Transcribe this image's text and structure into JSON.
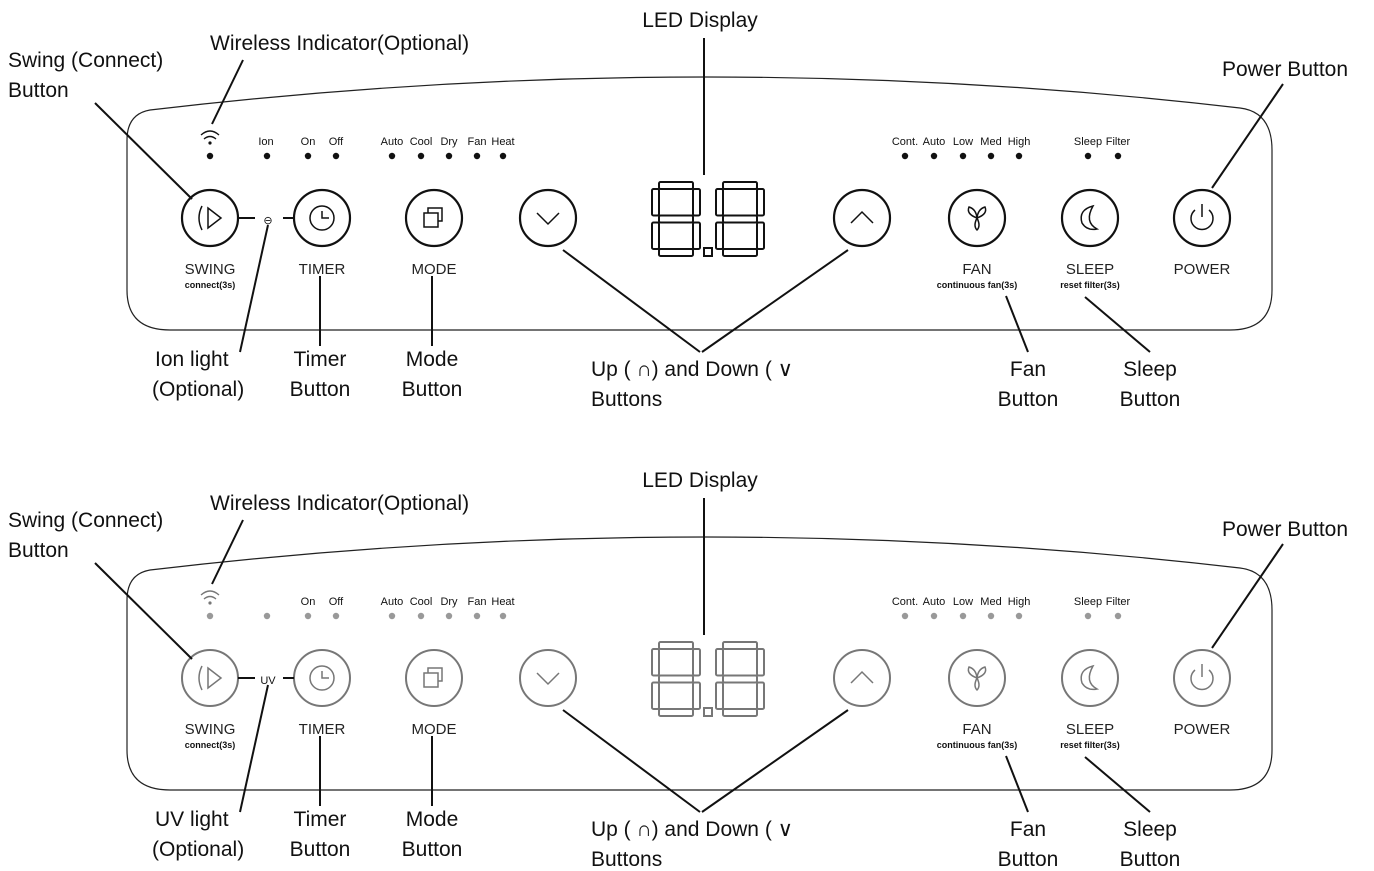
{
  "panels": [
    {
      "id": "top",
      "style": "dark",
      "ion_text": "Ion",
      "ion_symbol": "⊖",
      "indicators": {
        "timer": [
          "On",
          "Off"
        ],
        "mode": [
          "Auto",
          "Cool",
          "Dry",
          "Fan",
          "Heat"
        ],
        "fan": [
          "Cont.",
          "Auto",
          "Low",
          "Med",
          "High"
        ],
        "sleep": [
          "Sleep",
          "Filter"
        ]
      },
      "buttons": {
        "swing": {
          "label": "SWING",
          "sub": "connect(3s)"
        },
        "timer": {
          "label": "TIMER"
        },
        "mode": {
          "label": "MODE"
        },
        "fan": {
          "label": "FAN",
          "sub": "continuous fan(3s)"
        },
        "sleep": {
          "label": "SLEEP",
          "sub": "reset filter(3s)"
        },
        "power": {
          "label": "POWER"
        }
      },
      "callouts": {
        "wireless": "Wireless Indicator(Optional)",
        "led": "LED Display",
        "swing": [
          "Swing (Connect)",
          "Button"
        ],
        "power": "Power Button",
        "light": [
          "Ion light",
          "(Optional)"
        ],
        "timer": [
          "Timer",
          "Button"
        ],
        "mode": [
          "Mode",
          "Button"
        ],
        "updown": [
          "Up ( ∩) and Down (  ∨",
          "Buttons"
        ],
        "fan": [
          "Fan",
          "Button"
        ],
        "sleep": [
          "Sleep",
          "Button"
        ]
      }
    },
    {
      "id": "bottom",
      "style": "gray",
      "ion_text": "",
      "ion_symbol": "UV",
      "indicators": {
        "timer": [
          "On",
          "Off"
        ],
        "mode": [
          "Auto",
          "Cool",
          "Dry",
          "Fan",
          "Heat"
        ],
        "fan": [
          "Cont.",
          "Auto",
          "Low",
          "Med",
          "High"
        ],
        "sleep": [
          "Sleep",
          "Filter"
        ]
      },
      "buttons": {
        "swing": {
          "label": "SWING",
          "sub": "connect(3s)"
        },
        "timer": {
          "label": "TIMER"
        },
        "mode": {
          "label": "MODE"
        },
        "fan": {
          "label": "FAN",
          "sub": "continuous fan(3s)"
        },
        "sleep": {
          "label": "SLEEP",
          "sub": "reset filter(3s)"
        },
        "power": {
          "label": "POWER"
        }
      },
      "callouts": {
        "wireless": "Wireless Indicator(Optional)",
        "led": "LED Display",
        "swing": [
          "Swing (Connect)",
          "Button"
        ],
        "power": "Power Button",
        "light": [
          "UV light",
          "(Optional)"
        ],
        "timer": [
          "Timer",
          "Button"
        ],
        "mode": [
          "Mode",
          "Button"
        ],
        "updown": [
          "Up ( ∩) and Down (  ∨",
          "Buttons"
        ],
        "fan": [
          "Fan",
          "Button"
        ],
        "sleep": [
          "Sleep",
          "Button"
        ]
      }
    }
  ],
  "colors": {
    "dark": "#111111",
    "gray": "#8a8a8a",
    "dot_gray": "#9a9a9a",
    "line": "#111111"
  },
  "icons": {
    "wireless": "wifi-icon",
    "swing": "swing-icon",
    "timer": "clock-icon",
    "mode": "mode-icon",
    "down": "chevron-down-icon",
    "up": "chevron-up-icon",
    "fan": "fan-icon",
    "sleep": "moon-icon",
    "power": "power-icon"
  },
  "led_digits": "88"
}
